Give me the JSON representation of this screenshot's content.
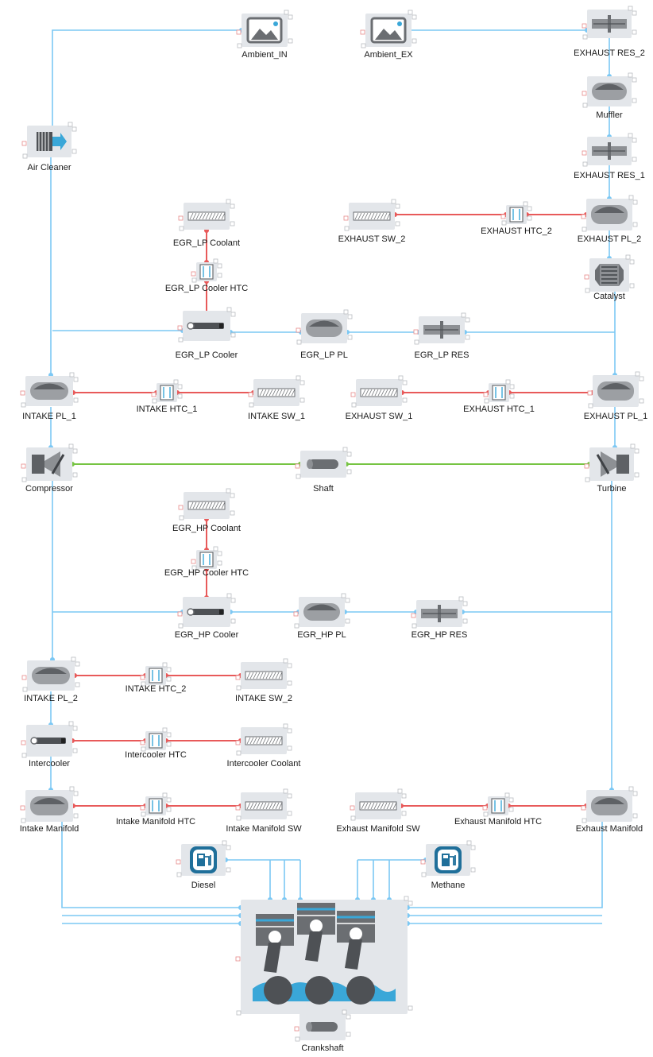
{
  "colors": {
    "flow": "#7cc8f4",
    "thermal": "#e85a5a",
    "mechanical": "#76c442",
    "tile": "#e3e6ea",
    "icon_dark": "#6b6e72",
    "accent_blue": "#3aa7d8"
  },
  "components": [
    {
      "id": "ambient_in",
      "label": "Ambient_IN",
      "icon": "image-icon"
    },
    {
      "id": "ambient_ex",
      "label": "Ambient_EX",
      "icon": "image-icon"
    },
    {
      "id": "exhaust_res_2",
      "label": "EXHAUST RES_2",
      "icon": "resistor-icon"
    },
    {
      "id": "muffler",
      "label": "Muffler",
      "icon": "plenum-icon"
    },
    {
      "id": "exhaust_res_1",
      "label": "EXHAUST RES_1",
      "icon": "resistor-icon"
    },
    {
      "id": "air_cleaner",
      "label": "Air Cleaner",
      "icon": "air-filter-icon"
    },
    {
      "id": "egr_lp_coolant",
      "label": "EGR_LP Coolant",
      "icon": "wall-icon"
    },
    {
      "id": "egr_lp_cooler_htc",
      "label": "EGR_LP Cooler HTC",
      "icon": "htc-icon"
    },
    {
      "id": "exhaust_sw_2",
      "label": "EXHAUST SW_2",
      "icon": "wall-icon"
    },
    {
      "id": "exhaust_htc_2",
      "label": "EXHAUST HTC_2",
      "icon": "htc-icon"
    },
    {
      "id": "exhaust_pl_2",
      "label": "EXHAUST PL_2",
      "icon": "plenum-icon"
    },
    {
      "id": "catalyst",
      "label": "Catalyst",
      "icon": "catalyst-icon"
    },
    {
      "id": "egr_lp_cooler",
      "label": "EGR_LP Cooler",
      "icon": "cooler-icon"
    },
    {
      "id": "egr_lp_pl",
      "label": "EGR_LP PL",
      "icon": "plenum-icon"
    },
    {
      "id": "egr_lp_res",
      "label": "EGR_LP RES",
      "icon": "resistor-icon"
    },
    {
      "id": "intake_pl_1",
      "label": "INTAKE PL_1",
      "icon": "plenum-icon"
    },
    {
      "id": "intake_htc_1",
      "label": "INTAKE HTC_1",
      "icon": "htc-icon"
    },
    {
      "id": "intake_sw_1",
      "label": "INTAKE SW_1",
      "icon": "wall-icon"
    },
    {
      "id": "exhaust_sw_1",
      "label": "EXHAUST SW_1",
      "icon": "wall-icon"
    },
    {
      "id": "exhaust_htc_1",
      "label": "EXHAUST HTC_1",
      "icon": "htc-icon"
    },
    {
      "id": "exhaust_pl_1",
      "label": "EXHAUST PL_1",
      "icon": "plenum-icon"
    },
    {
      "id": "compressor",
      "label": "Compressor",
      "icon": "compressor-icon"
    },
    {
      "id": "shaft",
      "label": "Shaft",
      "icon": "shaft-icon"
    },
    {
      "id": "turbine",
      "label": "Turbine",
      "icon": "turbine-icon"
    },
    {
      "id": "egr_hp_coolant",
      "label": "EGR_HP Coolant",
      "icon": "wall-icon"
    },
    {
      "id": "egr_hp_cooler_htc",
      "label": "EGR_HP Cooler HTC",
      "icon": "htc-icon"
    },
    {
      "id": "egr_hp_cooler",
      "label": "EGR_HP Cooler",
      "icon": "cooler-icon"
    },
    {
      "id": "egr_hp_pl",
      "label": "EGR_HP PL",
      "icon": "plenum-icon"
    },
    {
      "id": "egr_hp_res",
      "label": "EGR_HP RES",
      "icon": "resistor-icon"
    },
    {
      "id": "intake_pl_2",
      "label": "INTAKE PL_2",
      "icon": "plenum-icon"
    },
    {
      "id": "intake_htc_2",
      "label": "INTAKE HTC_2",
      "icon": "htc-icon"
    },
    {
      "id": "intake_sw_2",
      "label": "INTAKE SW_2",
      "icon": "wall-icon"
    },
    {
      "id": "intercooler",
      "label": "Intercooler",
      "icon": "cooler-icon"
    },
    {
      "id": "intercooler_htc",
      "label": "Intercooler HTC",
      "icon": "htc-icon"
    },
    {
      "id": "intercooler_coolant",
      "label": "Intercooler Coolant",
      "icon": "wall-icon"
    },
    {
      "id": "intake_manifold",
      "label": "Intake Manifold",
      "icon": "plenum-icon"
    },
    {
      "id": "intake_manifold_htc",
      "label": "Intake Manifold HTC",
      "icon": "htc-icon"
    },
    {
      "id": "intake_manifold_sw",
      "label": "Intake Manifold SW",
      "icon": "wall-icon"
    },
    {
      "id": "exhaust_manifold_sw",
      "label": "Exhaust Manifold SW",
      "icon": "wall-icon"
    },
    {
      "id": "exhaust_manifold_htc",
      "label": "Exhaust Manifold HTC",
      "icon": "htc-icon"
    },
    {
      "id": "exhaust_manifold",
      "label": "Exhaust Manifold",
      "icon": "plenum-icon"
    },
    {
      "id": "diesel",
      "label": "Diesel",
      "icon": "fuel-pump-icon"
    },
    {
      "id": "methane",
      "label": "Methane",
      "icon": "fuel-pump-icon"
    },
    {
      "id": "engine",
      "label": "Engine",
      "icon": "engine-icon"
    },
    {
      "id": "crankshaft",
      "label": "Crankshaft",
      "icon": "shaft-icon"
    }
  ]
}
